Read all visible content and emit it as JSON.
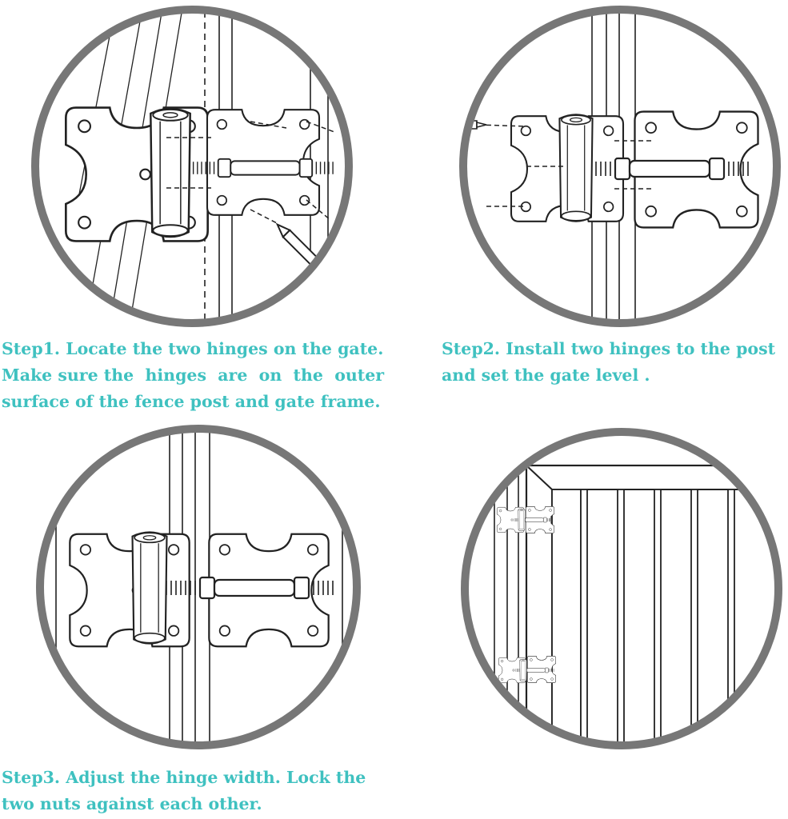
{
  "colors": {
    "caption": "#3fc1c0",
    "ring": "#777777",
    "line": "#222222"
  },
  "steps": [
    {
      "lines": [
        "Step1. Locate the two hinges on the gate.",
        "Make sure the  hinges  are  on  the  outer",
        "surface of the fence post and gate frame."
      ]
    },
    {
      "lines": [
        "Step2. Install two hinges to the post",
        "and set the gate level ."
      ]
    },
    {
      "lines": [
        "Step3. Adjust the hinge width. Lock the",
        "two nuts against each other."
      ]
    }
  ],
  "icons": {
    "step1": "hinge-marking-pencil-icon",
    "step2": "hinge-screw-install-icon",
    "step3": "hinge-nut-lock-icon",
    "step4": "installed-gate-icon"
  }
}
